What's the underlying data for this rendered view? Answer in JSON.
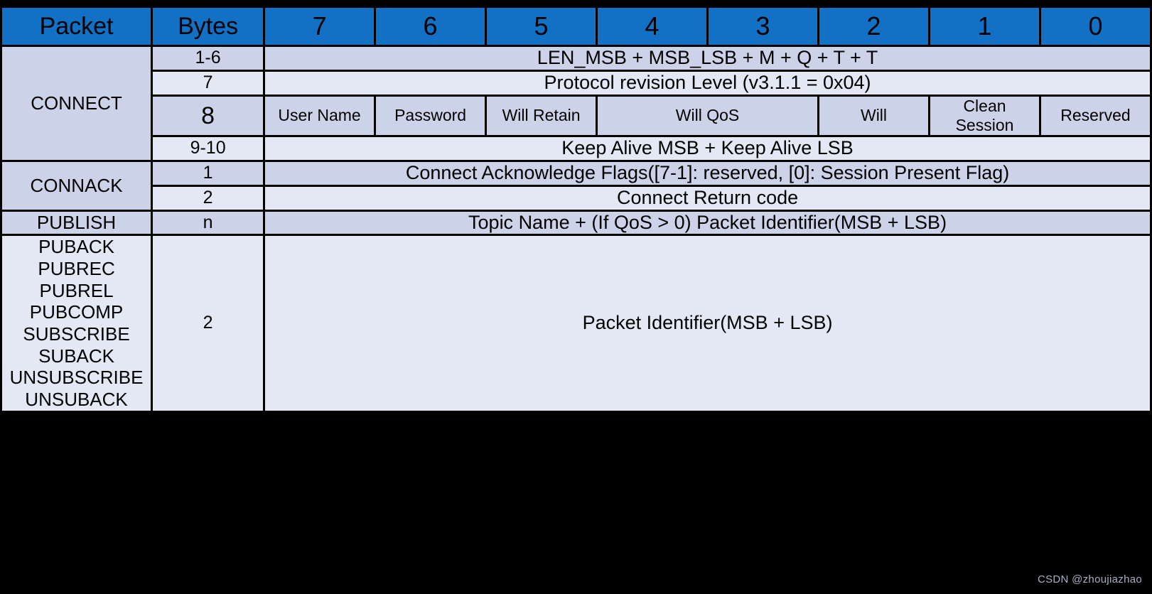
{
  "table": {
    "headers": {
      "packet": "Packet",
      "bytes": "Bytes",
      "bits": [
        "7",
        "6",
        "5",
        "4",
        "3",
        "2",
        "1",
        "0"
      ]
    },
    "rows": [
      {
        "packet": "CONNECT",
        "lines": [
          {
            "bytes": "1-6",
            "desc": "LEN_MSB + MSB_LSB + M + Q + T + T"
          },
          {
            "bytes": "7",
            "desc": "Protocol revision  Level (v3.1.1 = 0x04)"
          },
          {
            "bytes": "8",
            "flags": [
              {
                "label": "User Name",
                "span": 1
              },
              {
                "label": "Password",
                "span": 1
              },
              {
                "label": "Will Retain",
                "span": 1
              },
              {
                "label": "Will QoS",
                "span": 2
              },
              {
                "label": "Will",
                "span": 1
              },
              {
                "label": "Clean\nSession",
                "span": 1
              },
              {
                "label": "Reserved",
                "span": 1
              }
            ]
          },
          {
            "bytes": "9-10",
            "desc": "Keep Alive MSB + Keep Alive LSB"
          }
        ]
      },
      {
        "packet": "CONNACK",
        "lines": [
          {
            "bytes": "1",
            "desc": "Connect Acknowledge Flags([7-1]: reserved, [0]: Session Present Flag)"
          },
          {
            "bytes": "2",
            "desc": "Connect Return code"
          }
        ]
      },
      {
        "packet": "PUBLISH",
        "lines": [
          {
            "bytes": "n",
            "desc": "Topic Name + (If QoS > 0) Packet Identifier(MSB + LSB)"
          }
        ]
      },
      {
        "packet_list": [
          "PUBACK",
          "PUBREC",
          "PUBREL",
          "PUBCOMP",
          "SUBSCRIBE",
          "SUBACK",
          "UNSUBSCRIBE",
          "UNSUBACK"
        ],
        "lines": [
          {
            "bytes": "2",
            "desc": "Packet Identifier(MSB + LSB)"
          }
        ]
      }
    ]
  },
  "watermark": "CSDN @zhoujiazhao",
  "colors": {
    "header_blue": "#1270C5",
    "row_shade_dark": "#CCD3E8",
    "row_shade_light": "#E4E8F5",
    "page_background": "#000000",
    "header_text": "#FFFFFF",
    "body_text": "#000000",
    "watermark_text": "#A9AEC2"
  }
}
